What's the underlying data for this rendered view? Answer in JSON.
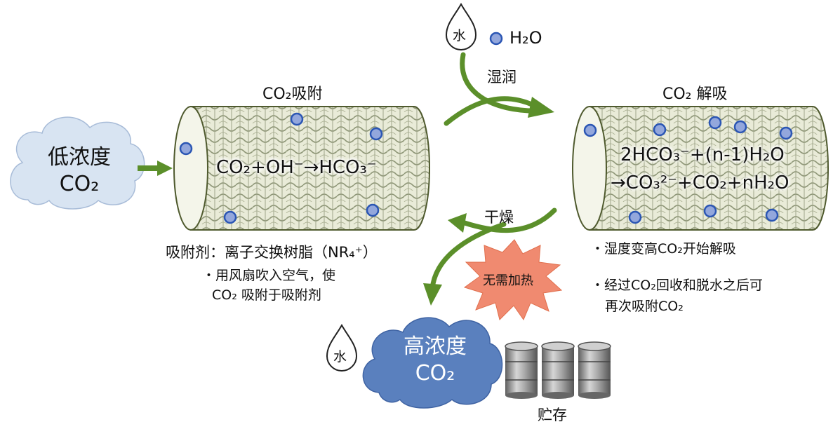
{
  "low_cloud": {
    "line1": "低浓度",
    "line2": "CO₂"
  },
  "high_cloud": {
    "line1": "高浓度",
    "line2": "CO₂"
  },
  "adsorb": {
    "title": "CO₂吸附",
    "equation": "CO₂+OH⁻→HCO₃⁻",
    "adsorbent": "吸附剂：离子交换树脂（NR₄⁺）",
    "note1": "・用风扇吹入空气，使",
    "note2": "CO₂ 吸附于吸附剂"
  },
  "desorb": {
    "title": "CO₂ 解吸",
    "equation1": "2HCO₃⁻+(n-1)H₂O",
    "equation2": "→CO₃²⁻+CO₂+nH₂O",
    "bullet1": "・湿度变高CO₂开始解吸",
    "bullet2a": "・经过CO₂回收和脱水之后可",
    "bullet2b": "再次吸附CO₂"
  },
  "water_drop_label": "水",
  "water_legend": "H₂O",
  "humidify_label": "湿润",
  "dry_label": "干燥",
  "no_heat_label": "无需加热",
  "storage_label": "贮存",
  "colors": {
    "arrow": "#5b8f2a",
    "cloud_low": "#d8e4f2",
    "cloud_high": "#5a80be",
    "molecule": "#93a7dc",
    "molecule_outline": "#2b56b4",
    "burst": "#f08a70",
    "cylinder": "#e9ebd8"
  }
}
